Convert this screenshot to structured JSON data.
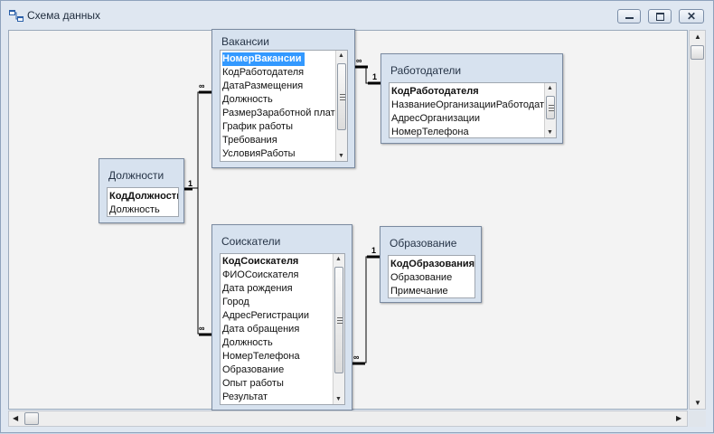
{
  "window": {
    "title": "Схема данных",
    "icons": {
      "app": "relationships-icon",
      "minimize": "minimize-icon",
      "maximize": "maximize-icon",
      "close": "close-icon"
    }
  },
  "tables": {
    "vacancies": {
      "title": "Вакансии",
      "fields": [
        "НомерВакансии",
        "КодРаботодателя",
        "ДатаРазмещения",
        "Должность",
        "РазмерЗаработной плат",
        "График работы",
        "Требования",
        "УсловияРаботы"
      ]
    },
    "employers": {
      "title": "Работодатели",
      "fields": [
        "КодРаботодателя",
        "НазваниеОрганизацииРаботодат",
        "АдресОрганизации",
        "НомерТелефона"
      ]
    },
    "positions": {
      "title": "Должности",
      "fields": [
        "КодДолжности",
        "Должность"
      ]
    },
    "applicants": {
      "title": "Соискатели",
      "fields": [
        "КодСоискателя",
        "ФИОСоискателя",
        "Дата рождения",
        "Город",
        "АдресРегистрации",
        "Дата обращения",
        "Должность",
        "НомерТелефона",
        "Образование",
        "Опыт работы",
        "Результат"
      ]
    },
    "education": {
      "title": "Образование",
      "fields": [
        "КодОбразования",
        "Образование",
        "Примечание"
      ]
    }
  },
  "relations": {
    "one": "1",
    "many": "∞"
  },
  "colors": {
    "selection": "#3399ff",
    "table_bg": "#d7e2ef",
    "client_bg": "#f3f3f3"
  }
}
